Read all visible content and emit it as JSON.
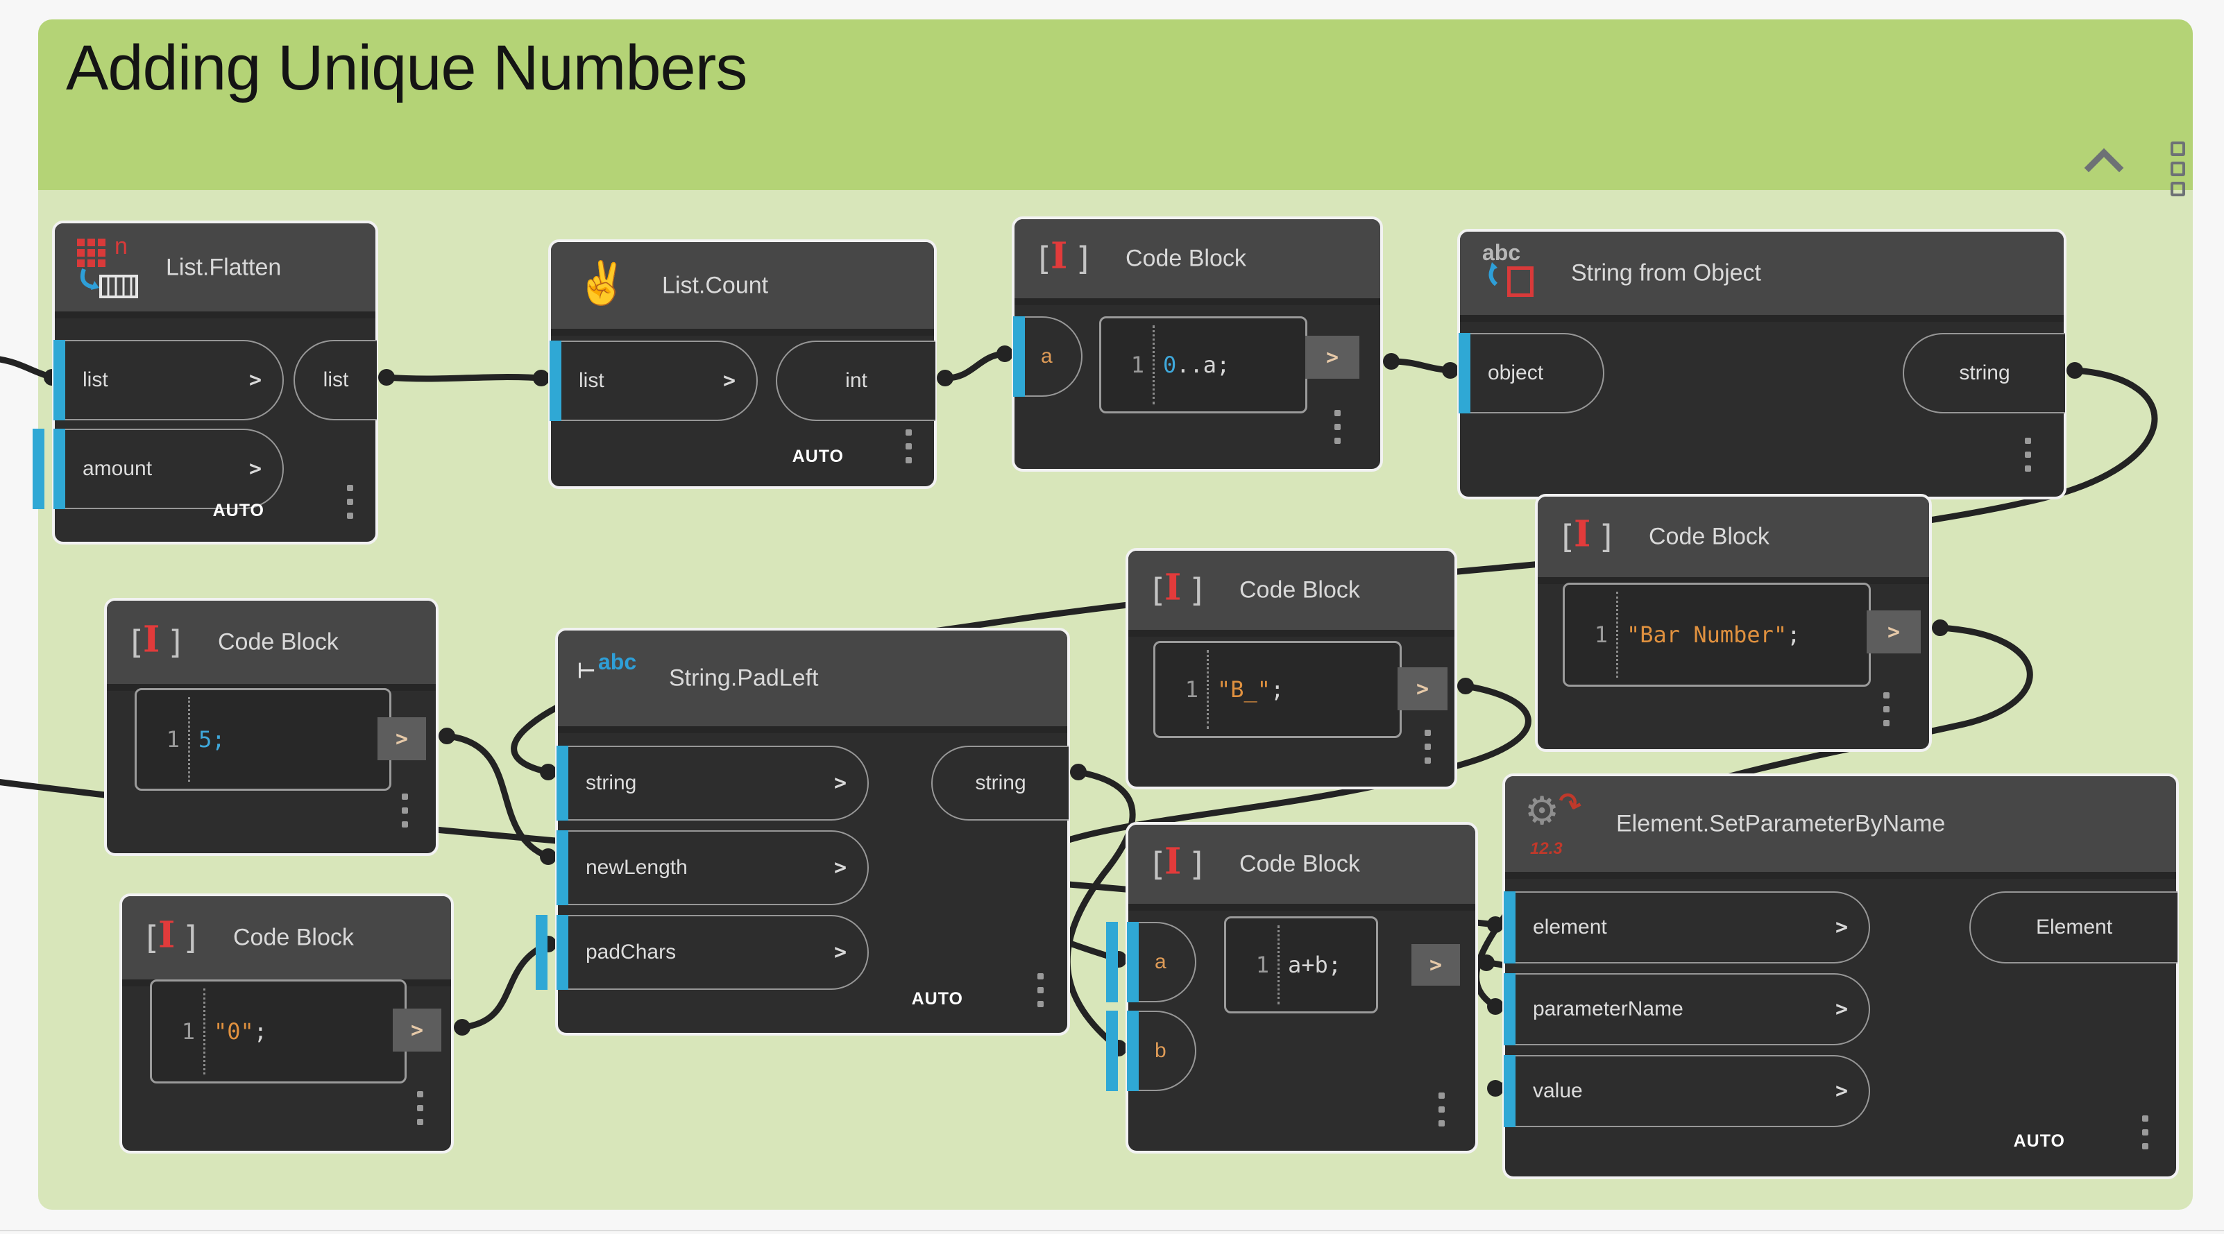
{
  "group": {
    "title": "Adding Unique Numbers",
    "controls": {
      "collapse": "chevron-up",
      "options": "vertical-dots"
    }
  },
  "colors": {
    "accent_cyan": "#2FA8D5",
    "group_header": "#B4D376",
    "group_body": "#D8E6BA",
    "node_header": "#474747",
    "node_body": "#2D2D2D",
    "wire": "#232323",
    "code_number": "#3FA9DC",
    "code_string": "#E0913F",
    "code_plain": "#D6D6D6",
    "port_label": "#DCDCDC",
    "small_port_label": "#DE9B57",
    "icon_red": "#D93A3A",
    "icon_blue": "#2E9FD8"
  },
  "icons": {
    "code-block": {
      "bracket_open": "[",
      "cursor": "I",
      "bracket_close": "]"
    },
    "list-flatten": {
      "letter": "n"
    },
    "list-count": {
      "hand": "✌"
    },
    "string-from-object": {
      "text": "abc"
    },
    "string-padleft": {
      "pad": "⊢",
      "text": "abc"
    },
    "element-setparam": {
      "gear": "⚙",
      "arrow": "↷",
      "number": "12.3"
    }
  },
  "nodes": [
    {
      "id": "list-flatten",
      "title": "List.Flatten",
      "icon": "list-flatten",
      "lacing": "AUTO",
      "inputs": [
        {
          "name": "list",
          "chevron": ">"
        },
        {
          "name": "amount",
          "chevron": ">",
          "default_marker": true
        }
      ],
      "outputs": [
        {
          "name": "list"
        }
      ]
    },
    {
      "id": "list-count",
      "title": "List.Count",
      "icon": "list-count",
      "lacing": "AUTO",
      "inputs": [
        {
          "name": "list",
          "chevron": ">"
        }
      ],
      "outputs": [
        {
          "name": "int"
        }
      ]
    },
    {
      "id": "code-block-range",
      "title": "Code Block",
      "icon": "code-block",
      "inputs": [
        {
          "name": "a",
          "small": true
        }
      ],
      "code": {
        "line_number": "1",
        "tokens": [
          {
            "t": "0",
            "c": "num"
          },
          {
            "t": "..a;",
            "c": "plain"
          }
        ]
      },
      "output_chevron": ">"
    },
    {
      "id": "string-from-object",
      "title": "String from Object",
      "icon": "string-from-object",
      "inputs": [
        {
          "name": "object"
        }
      ],
      "outputs": [
        {
          "name": "string"
        }
      ]
    },
    {
      "id": "code-block-prefix",
      "title": "Code Block",
      "icon": "code-block",
      "code": {
        "line_number": "1",
        "tokens": [
          {
            "t": "\"B_\"",
            "c": "str"
          },
          {
            "t": ";",
            "c": "plain"
          }
        ]
      },
      "output_chevron": ">"
    },
    {
      "id": "code-block-barnumber",
      "title": "Code Block",
      "icon": "code-block",
      "code": {
        "line_number": "1",
        "tokens": [
          {
            "t": "\"Bar Number\"",
            "c": "str"
          },
          {
            "t": ";",
            "c": "plain"
          }
        ]
      },
      "output_chevron": ">"
    },
    {
      "id": "string-padleft",
      "title": "String.PadLeft",
      "icon": "string-padleft",
      "lacing": "AUTO",
      "inputs": [
        {
          "name": "string",
          "chevron": ">"
        },
        {
          "name": "newLength",
          "chevron": ">"
        },
        {
          "name": "padChars",
          "chevron": ">",
          "default_marker": true
        }
      ],
      "outputs": [
        {
          "name": "string"
        }
      ]
    },
    {
      "id": "code-block-five",
      "title": "Code Block",
      "icon": "code-block",
      "code": {
        "line_number": "1",
        "tokens": [
          {
            "t": "5;",
            "c": "num"
          }
        ]
      },
      "output_chevron": ">"
    },
    {
      "id": "code-block-zero",
      "title": "Code Block",
      "icon": "code-block",
      "code": {
        "line_number": "1",
        "tokens": [
          {
            "t": "\"0\"",
            "c": "str"
          },
          {
            "t": ";",
            "c": "plain"
          }
        ]
      },
      "output_chevron": ">"
    },
    {
      "id": "code-block-concat",
      "title": "Code Block",
      "icon": "code-block",
      "inputs": [
        {
          "name": "a",
          "small": true,
          "default_marker": true
        },
        {
          "name": "b",
          "small": true,
          "default_marker": true
        }
      ],
      "code": {
        "line_number": "1",
        "tokens": [
          {
            "t": "a+b;",
            "c": "plain"
          }
        ]
      },
      "output_chevron": ">"
    },
    {
      "id": "element-setparameterbyname",
      "title": "Element.SetParameterByName",
      "icon": "element-setparam",
      "lacing": "AUTO",
      "inputs": [
        {
          "name": "element",
          "chevron": ">"
        },
        {
          "name": "parameterName",
          "chevron": ">"
        },
        {
          "name": "value",
          "chevron": ">"
        }
      ],
      "outputs": [
        {
          "name": "Element"
        }
      ]
    }
  ],
  "connections": [
    {
      "id": "w1",
      "from": "offscreen-left",
      "to": "list-flatten.list"
    },
    {
      "id": "w2",
      "from": "list-flatten.list",
      "to": "list-count.list"
    },
    {
      "id": "w3",
      "from": "list-count.int",
      "to": "code-block-range.a"
    },
    {
      "id": "w4",
      "from": "code-block-range.out",
      "to": "string-from-object.object"
    },
    {
      "id": "w5",
      "from": "string-from-object.string",
      "to": "string-padleft.string"
    },
    {
      "id": "w6",
      "from": "code-block-five.out",
      "to": "string-padleft.newLength"
    },
    {
      "id": "w7",
      "from": "code-block-zero.out",
      "to": "string-padleft.padChars"
    },
    {
      "id": "w8",
      "from": "offscreen-left",
      "to": "element-setparameterbyname.element"
    },
    {
      "id": "w9",
      "from": "code-block-prefix.out",
      "to": "code-block-concat.a"
    },
    {
      "id": "w10",
      "from": "string-padleft.string",
      "to": "code-block-concat.b"
    },
    {
      "id": "w11",
      "from": "code-block-concat.out",
      "to": "element-setparameterbyname.value"
    },
    {
      "id": "w12",
      "from": "code-block-barnumber.out",
      "to": "element-setparameterbyname.parameterName"
    }
  ]
}
